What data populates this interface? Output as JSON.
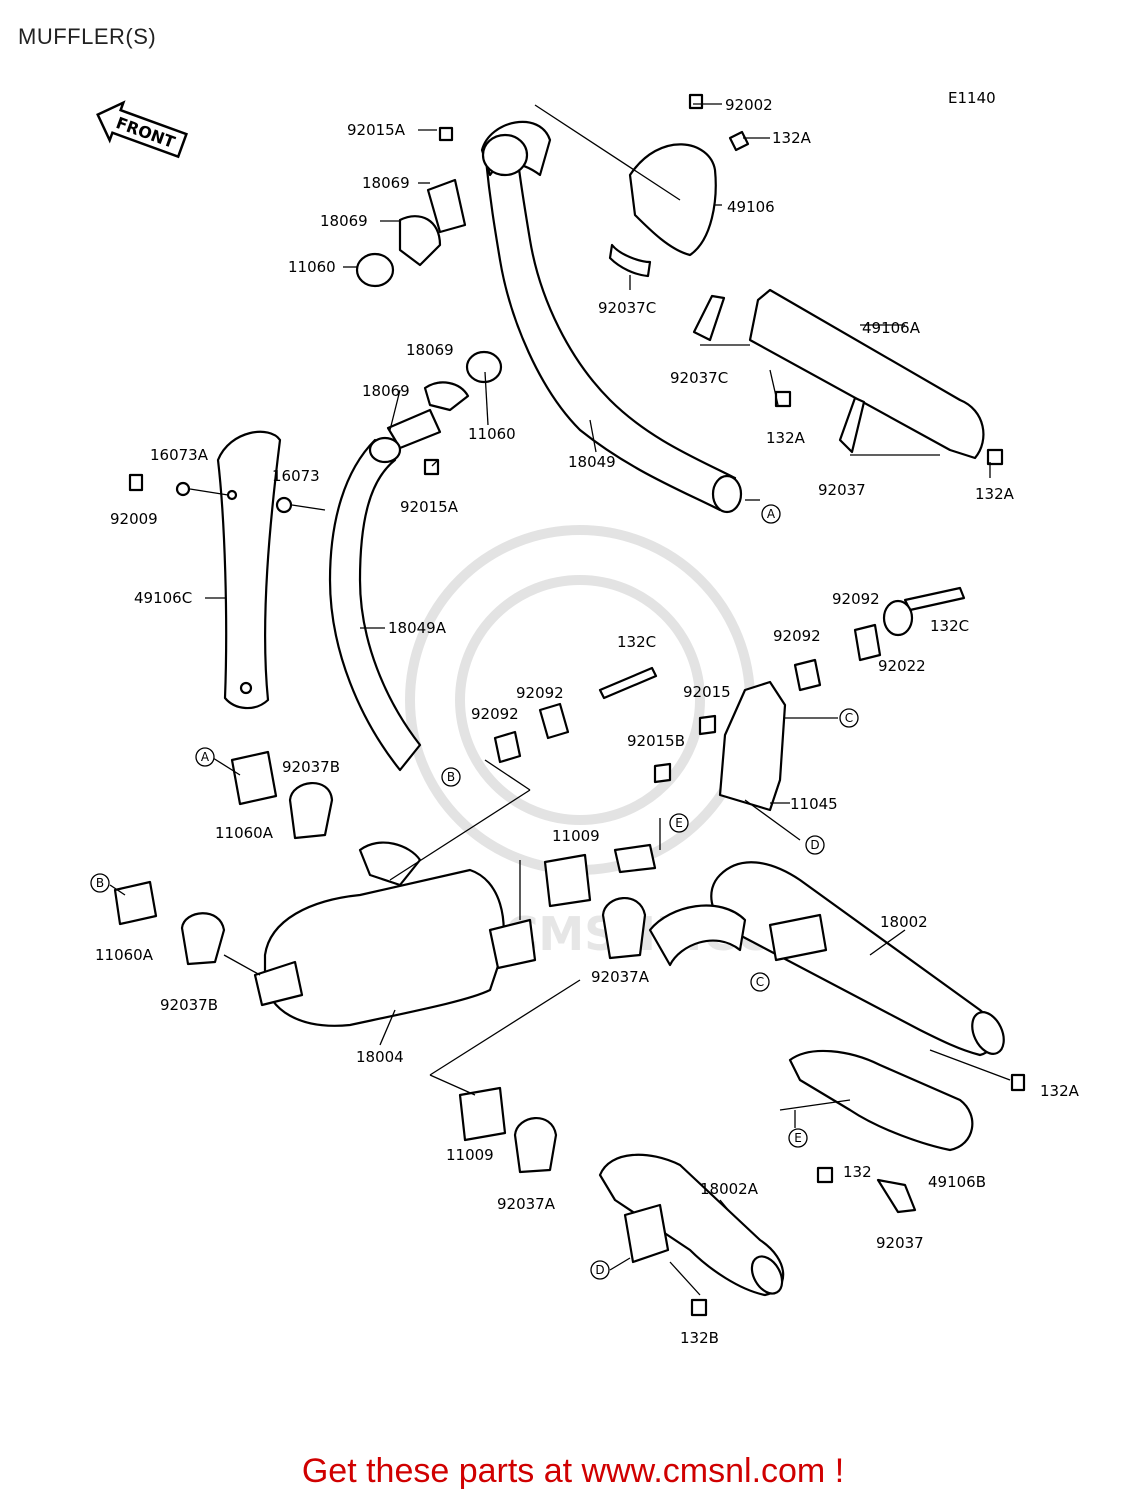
{
  "page": {
    "title": "MUFFLER(S)",
    "diagram_code": "E1140",
    "front_label": "FRONT"
  },
  "footer": {
    "text": "Get these parts at www.cmsnl.com !"
  },
  "watermark": {
    "text": "WWW.CMSNL.COM"
  },
  "colors": {
    "footer_red": "#d00000",
    "line": "#000000"
  },
  "labels": {
    "l92002": "92002",
    "l132A_top": "132A",
    "l49106": "49106",
    "l92015A_top": "92015A",
    "l18069_a": "18069",
    "l18069_b": "18069",
    "l11060_a": "11060",
    "l92037C_a": "92037C",
    "l92037C_b": "92037C",
    "l49106A": "49106A",
    "l18069_c": "18069",
    "l18069_d": "18069",
    "l11060_b": "11060",
    "l18049": "18049",
    "l132A_mid": "132A",
    "l92037_mid": "92037",
    "l132A_right": "132A",
    "l16073A": "16073A",
    "l16073": "16073",
    "l92009": "92009",
    "l92015A_mid": "92015A",
    "l49106C": "49106C",
    "l18049A": "18049A",
    "l92092_a": "92092",
    "l132C_right": "132C",
    "l92092_b": "92092",
    "l92022": "92022",
    "l132C_mid": "132C",
    "l92092_c": "92092",
    "l92015": "92015",
    "l92092_d": "92092",
    "l92015B": "92015B",
    "l92037B_a": "92037B",
    "l11060A_a": "11060A",
    "l11045": "11045",
    "l11009_a": "11009",
    "l18002": "18002",
    "l11060A_b": "11060A",
    "l92037B_b": "92037B",
    "l92037A_a": "92037A",
    "l18004": "18004",
    "l132A_low": "132A",
    "l11009_b": "11009",
    "l132": "132",
    "l49106B": "49106B",
    "l92037A_b": "92037A",
    "l18002A": "18002A",
    "l92037_low": "92037",
    "l132B": "132B"
  },
  "refs": {
    "A": "A",
    "B": "B",
    "C": "C",
    "D": "D",
    "E": "E"
  }
}
